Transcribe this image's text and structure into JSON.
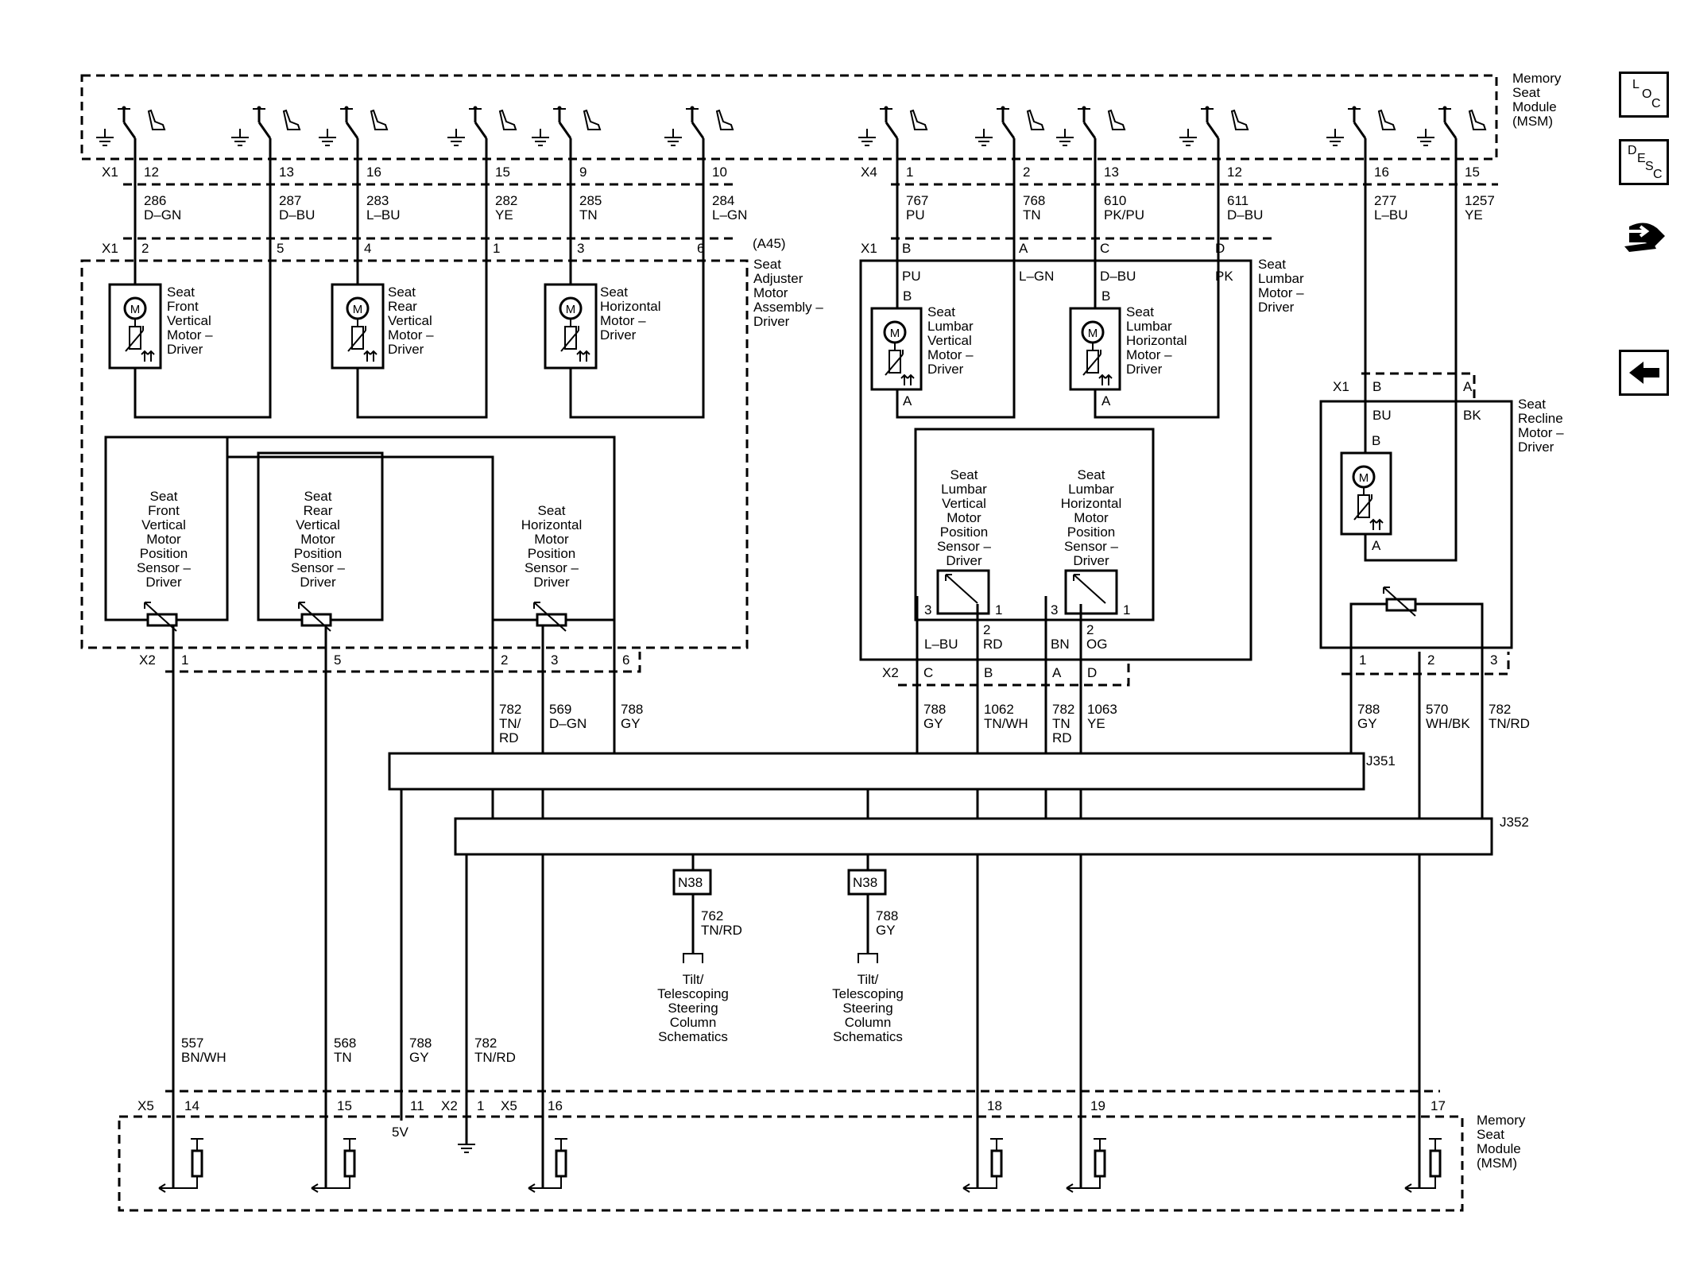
{
  "nav": {
    "loc_letters": [
      "L",
      "O",
      "C"
    ],
    "desc_letters": [
      "D",
      "E",
      "S",
      "C"
    ]
  },
  "module_top": "Memory Seat Module (MSM)",
  "module_bottom": "Memory Seat Module (MSM)",
  "connectors": {
    "top_left": "X1",
    "top_right": "X4",
    "adj_x1": "X1",
    "lum_x1": "X1",
    "recl_x1": "X1",
    "adj_x2": "X2",
    "lum_x2": "X2",
    "bottom_x5a": "X5",
    "bottom_x2": "X2",
    "bottom_x5b": "X5",
    "ref": "(A45)",
    "j351": "J351",
    "j352": "J352",
    "v5": "5V"
  },
  "top_pins": [
    "12",
    "13",
    "16",
    "15",
    "9",
    "10",
    "1",
    "2",
    "13",
    "12",
    "16",
    "15"
  ],
  "top_wires": [
    {
      "ckt": "286",
      "color": "D–GN"
    },
    {
      "ckt": "287",
      "color": "D–BU"
    },
    {
      "ckt": "283",
      "color": "L–BU"
    },
    {
      "ckt": "282",
      "color": "YE"
    },
    {
      "ckt": "285",
      "color": "TN"
    },
    {
      "ckt": "284",
      "color": "L–GN"
    },
    {
      "ckt": "767",
      "color": "PU"
    },
    {
      "ckt": "768",
      "color": "TN"
    },
    {
      "ckt": "610",
      "color": "PK/PU"
    },
    {
      "ckt": "611",
      "color": "D–BU"
    },
    {
      "ckt": "277",
      "color": "L–BU"
    },
    {
      "ckt": "1257",
      "color": "YE"
    }
  ],
  "adj_pins": [
    "2",
    "5",
    "4",
    "1",
    "3",
    "6"
  ],
  "lum_pins": [
    "B",
    "A",
    "C",
    "D"
  ],
  "lum_wire_labels": [
    "PU",
    "L–GN",
    "D–BU",
    "PK"
  ],
  "recline_pins": [
    "B",
    "A"
  ],
  "recline_wire_labels": [
    "BU",
    "BK"
  ],
  "motor_letter": "M",
  "pin_b": "B",
  "pin_a": "A",
  "adjuster_assembly": "Seat Adjuster Motor Assembly – Driver",
  "lumbar_assembly": "Seat Lumbar Motor – Driver",
  "recline_motor": "Seat Recline Motor – Driver",
  "motors": {
    "front_vertical": "Seat Front Vertical Motor – Driver",
    "rear_vertical": "Seat Rear Vertical Motor – Driver",
    "horizontal": "Seat Horizontal Motor – Driver",
    "lumbar_vertical": "Seat Lumbar Vertical Motor – Driver",
    "lumbar_horizontal": "Seat Lumbar Horizontal Motor – Driver"
  },
  "sensors": {
    "front_vertical": "Seat Front Vertical Motor Position Sensor – Driver",
    "rear_vertical": "Seat Rear Vertical Motor Position Sensor – Driver",
    "horizontal": "Seat Horizontal Motor Position Sensor – Driver",
    "lumbar_vertical": "Seat Lumbar Vertical Motor Position Sensor – Driver",
    "lumbar_horizontal": "Seat Lumbar Horizontal Motor Position Sensor – Driver"
  },
  "sensor_pins": {
    "lv3": "3",
    "lv1": "1",
    "lh3": "3",
    "lh1": "1",
    "lv2": "2",
    "lh2": "2"
  },
  "sensor_wire_labels": {
    "lv3": "L–BU",
    "lv2": "RD",
    "lh3": "BN",
    "lh2": "OG"
  },
  "adj_x2_pins": [
    "1",
    "5",
    "2",
    "3",
    "6"
  ],
  "lum_x2_pins": [
    "C",
    "B",
    "A",
    "D"
  ],
  "recl_x2_pins": [
    "1",
    "2",
    "3"
  ],
  "mid_wires": [
    {
      "ckt": "782",
      "color": "TN/ RD"
    },
    {
      "ckt": "569",
      "color": "D–GN"
    },
    {
      "ckt": "788",
      "color": "GY"
    },
    {
      "ckt": "788",
      "color": "GY"
    },
    {
      "ckt": "1062",
      "color": "TN/WH"
    },
    {
      "ckt": "782",
      "color": "TN RD"
    },
    {
      "ckt": "1063",
      "color": "YE"
    },
    {
      "ckt": "788",
      "color": "GY"
    },
    {
      "ckt": "570",
      "color": "WH/BK"
    },
    {
      "ckt": "782",
      "color": "TN/RD"
    }
  ],
  "splices": {
    "left": "N38",
    "right": "N38"
  },
  "splice_wires": [
    {
      "ckt": "762",
      "color": "TN/RD"
    },
    {
      "ckt": "788",
      "color": "GY"
    }
  ],
  "steering_ref": "Tilt/ Telescoping Steering Column Schematics",
  "bottom_wires": [
    {
      "ckt": "557",
      "color": "BN/WH"
    },
    {
      "ckt": "568",
      "color": "TN"
    },
    {
      "ckt": "788",
      "color": "GY"
    },
    {
      "ckt": "782",
      "color": "TN/RD"
    }
  ],
  "bottom_pins": [
    "14",
    "15",
    "11",
    "1",
    "16",
    "18",
    "19",
    "17"
  ]
}
